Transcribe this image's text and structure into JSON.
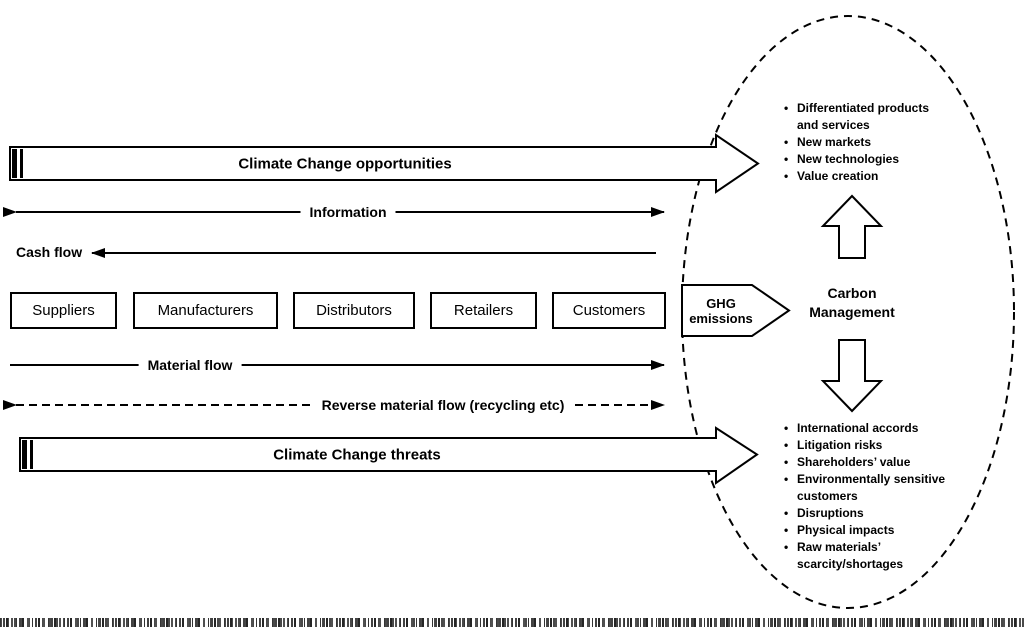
{
  "arrows": {
    "opportunities": "Climate Change opportunities",
    "information": "Information",
    "cash_flow": "Cash flow",
    "material_flow": "Material flow",
    "reverse_material_flow": "Reverse material flow (recycling etc)",
    "threats": "Climate Change threats"
  },
  "chain": {
    "nodes": [
      "Suppliers",
      "Manufacturers",
      "Distributors",
      "Retailers",
      "Customers"
    ]
  },
  "hub": {
    "ghg": "GHG emissions",
    "carbon": "Carbon Management"
  },
  "lists": {
    "opportunities": [
      "Differentiated products and services",
      "New markets",
      "New technologies",
      "Value creation"
    ],
    "threats": [
      "International accords",
      "Litigation risks",
      "Shareholders’ value",
      "Environmentally sensitive customers",
      "Disruptions",
      "Physical impacts",
      "Raw materials’ scarcity/shortages"
    ]
  },
  "colors": {
    "ink": "#000000",
    "background": "#ffffff"
  }
}
